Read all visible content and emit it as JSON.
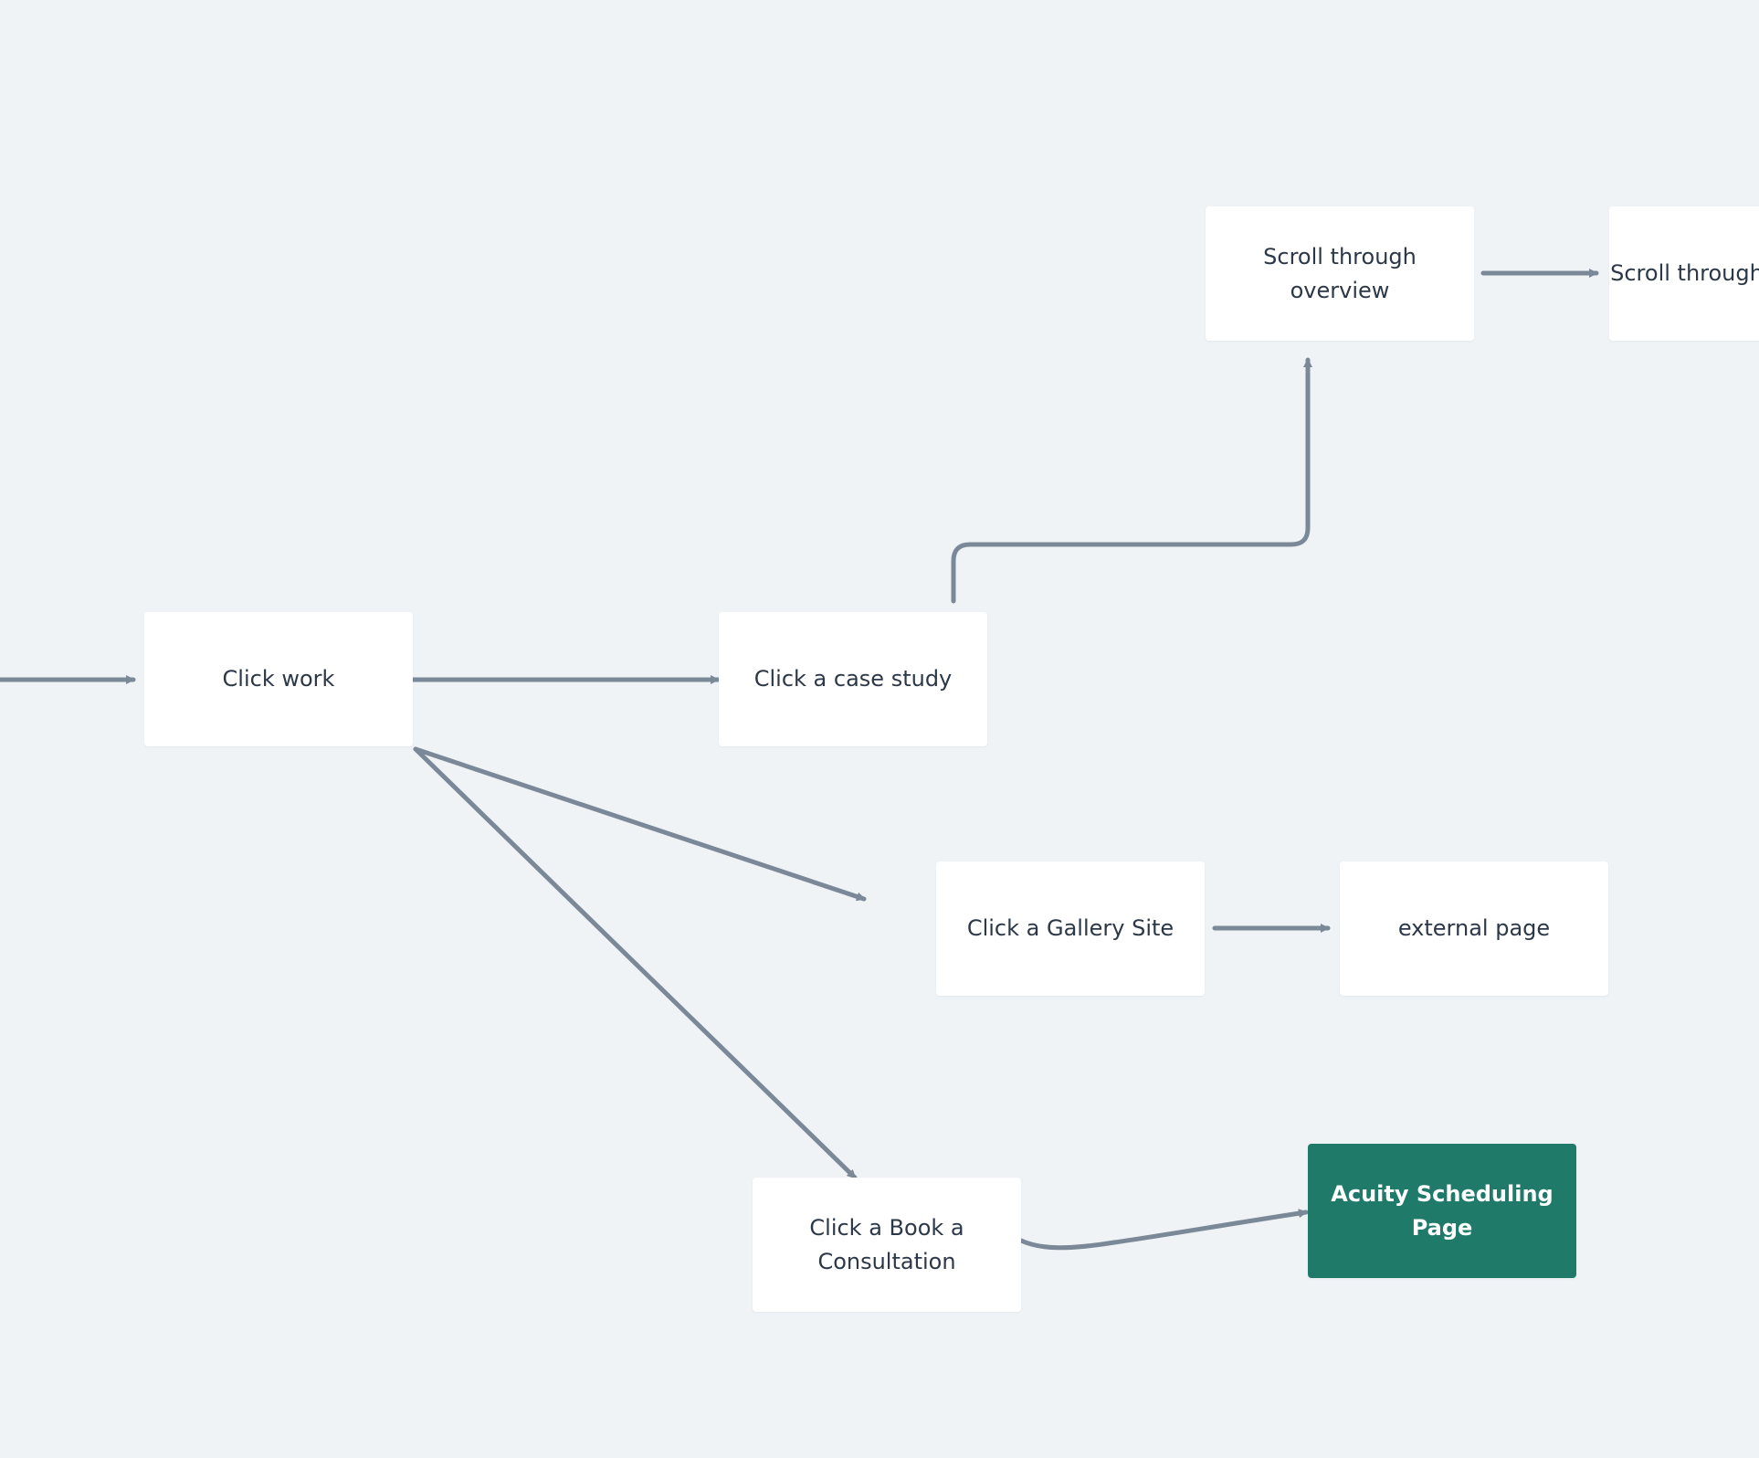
{
  "colors": {
    "canvas_background": "#eff3f6",
    "node_background": "#ffffff",
    "node_text": "#2c3848",
    "connector": "#7a8898",
    "accent_node": "#1f7a6a",
    "accent_text": "#ffffff"
  },
  "nodes": {
    "scroll_overview": "Scroll through\noverview",
    "scroll_challenge": "Scroll through\nchallenge",
    "click_work": "Click work",
    "click_case_study": "Click a case study",
    "click_gallery_site": "Click a Gallery Site",
    "external_page": "external page",
    "click_book_consultation": "Click a Book a\nConsultation",
    "acuity_scheduling": "Acuity Scheduling\nPage"
  }
}
